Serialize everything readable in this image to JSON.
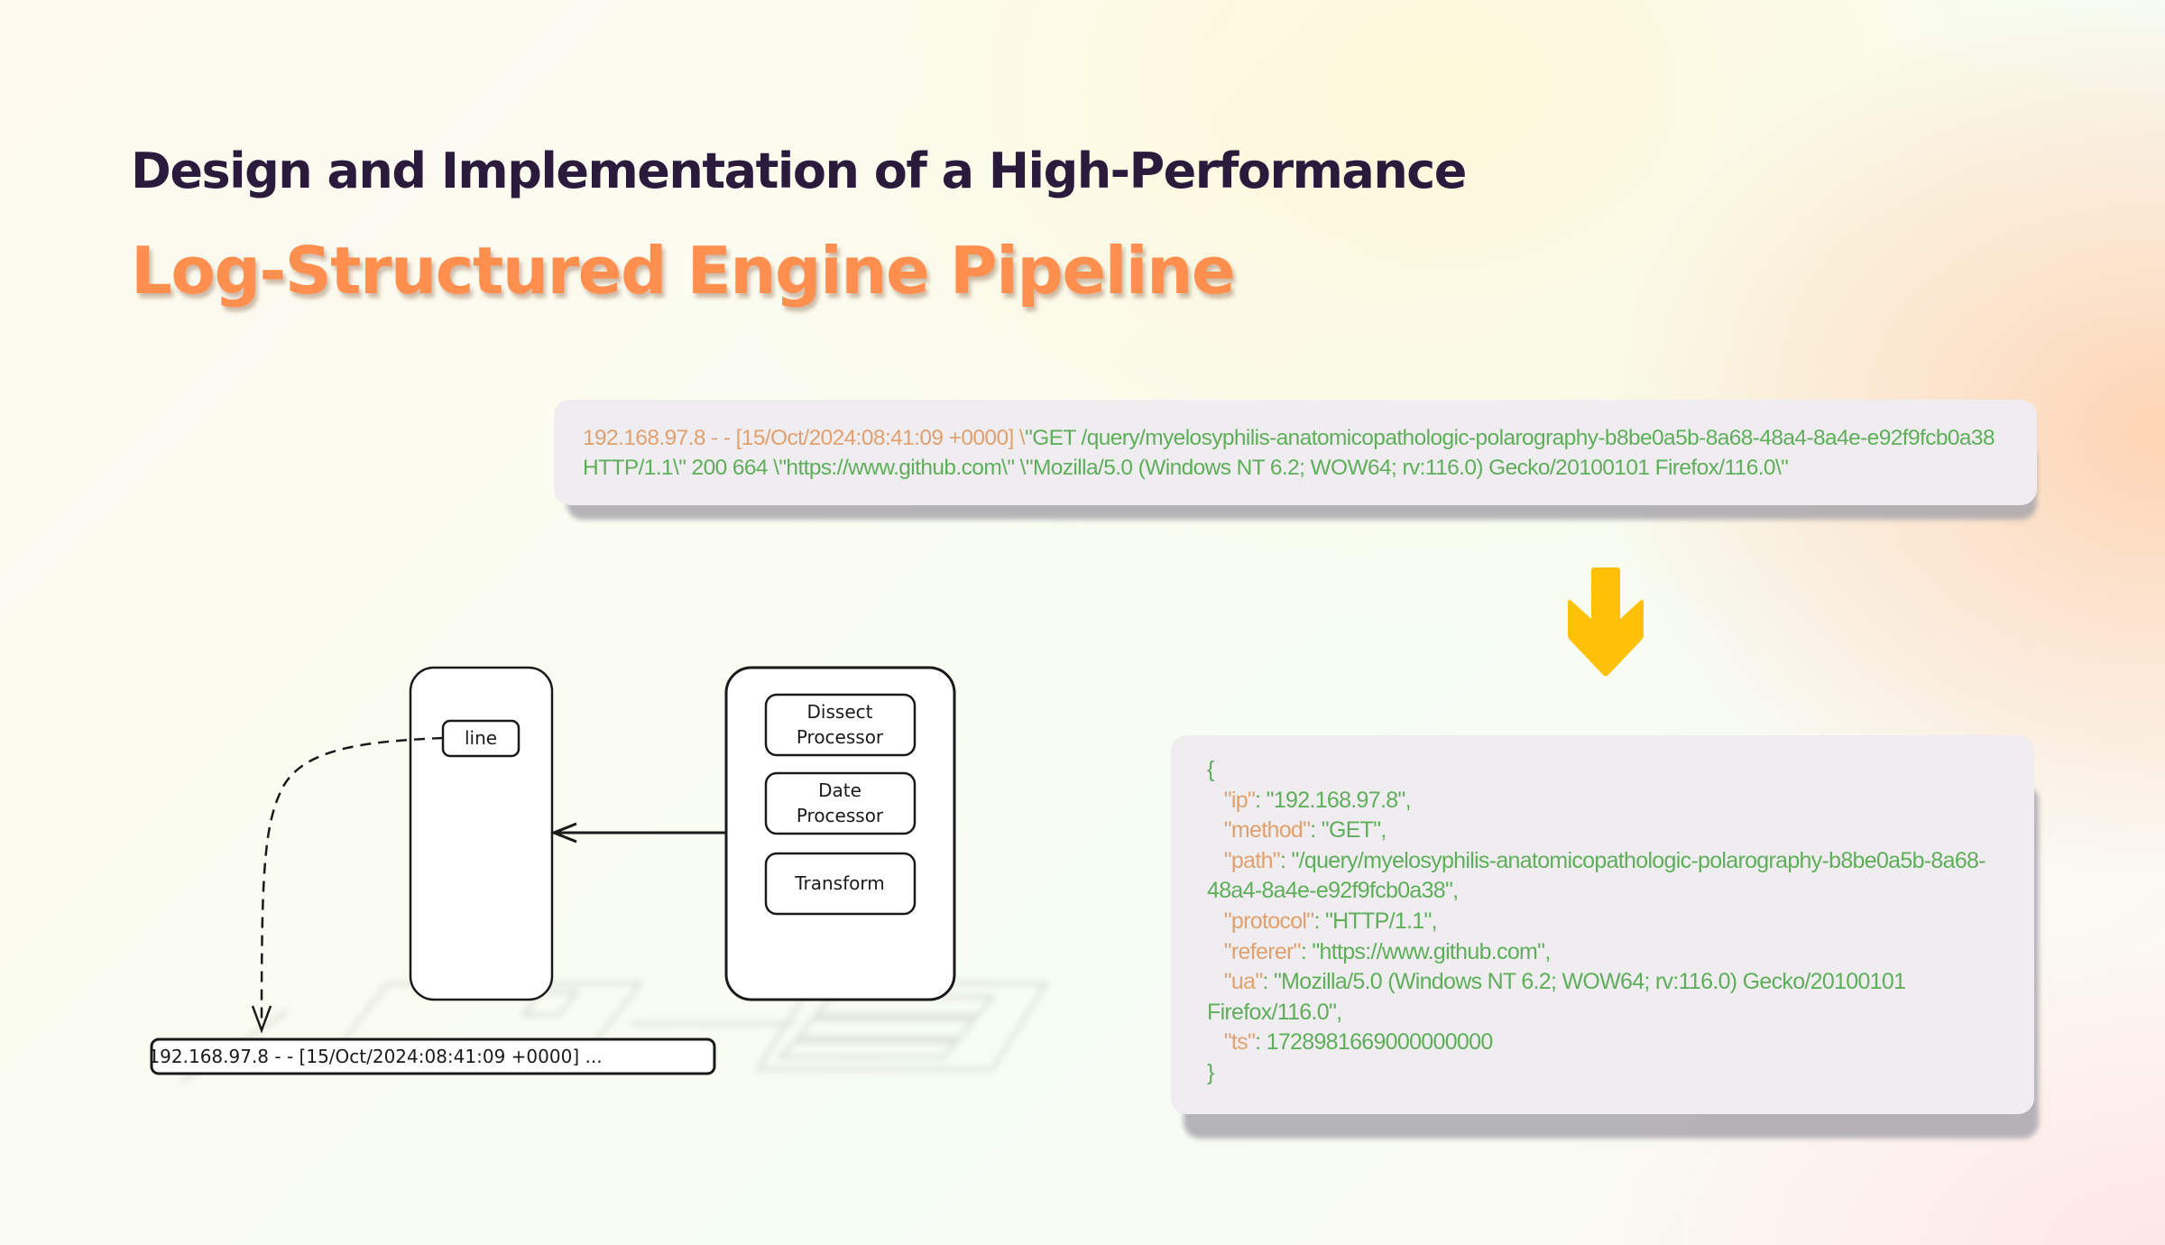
{
  "title": {
    "line1": "Design and Implementation of a High-Performance",
    "line2": "Log-Structured Engine Pipeline"
  },
  "colors": {
    "title_dark": "#2a1b3d",
    "title_accent": "#ff8f4f",
    "key_orange": "#e0a06f",
    "value_green": "#5eae5a",
    "arrow_yellow": "#ffc107",
    "card_bg": "#efedf0"
  },
  "raw_log": {
    "prefix": "192.168.97.8 - - [15/Oct/2024:08:41:09 +0000] \\",
    "rest": "\"GET /query/myelosyphilis-anatomicopathologic-polarography-b8be0a5b-8a68-48a4-8a4e-e92f9fcb0a38 HTTP/1.1\\\" 200 664 \\\"https://www.github.com\\\" \\\"Mozilla/5.0 (Windows NT 6.2; WOW64; rv:116.0) Gecko/20100101 Firefox/116.0\\\""
  },
  "arrow_icon": "down-arrow-icon",
  "parsed": {
    "open": "{",
    "close": "}",
    "fields": [
      {
        "key": "\"ip\"",
        "value": ": \"192.168.97.8\","
      },
      {
        "key": "\"method\"",
        "value": ": \"GET\","
      },
      {
        "key": "\"path\"",
        "value": ": \"/query/myelosyphilis-anatomicopathologic-polarography-b8be0a5b-8a68-48a4-8a4e-e92f9fcb0a38\","
      },
      {
        "key": "\"protocol\"",
        "value": ": \"HTTP/1.1\","
      },
      {
        "key": "\"referer\"",
        "value": ": \"https://www.github.com\","
      },
      {
        "key": "\"ua\"",
        "value": ": \"Mozilla/5.0 (Windows NT 6.2; WOW64; rv:116.0) Gecko/20100101 Firefox/116.0\","
      },
      {
        "key": "\"ts\"",
        "value": ": 1728981669000000000"
      }
    ]
  },
  "diagram": {
    "line_label": "line",
    "processors": [
      {
        "line1": "Dissect",
        "line2": "Processor"
      },
      {
        "line1": "Date",
        "line2": "Processor"
      },
      {
        "line1": "Transform",
        "line2": ""
      }
    ],
    "log_line": "192.168.97.8 - - [15/Oct/2024:08:41:09 +0000] ..."
  }
}
